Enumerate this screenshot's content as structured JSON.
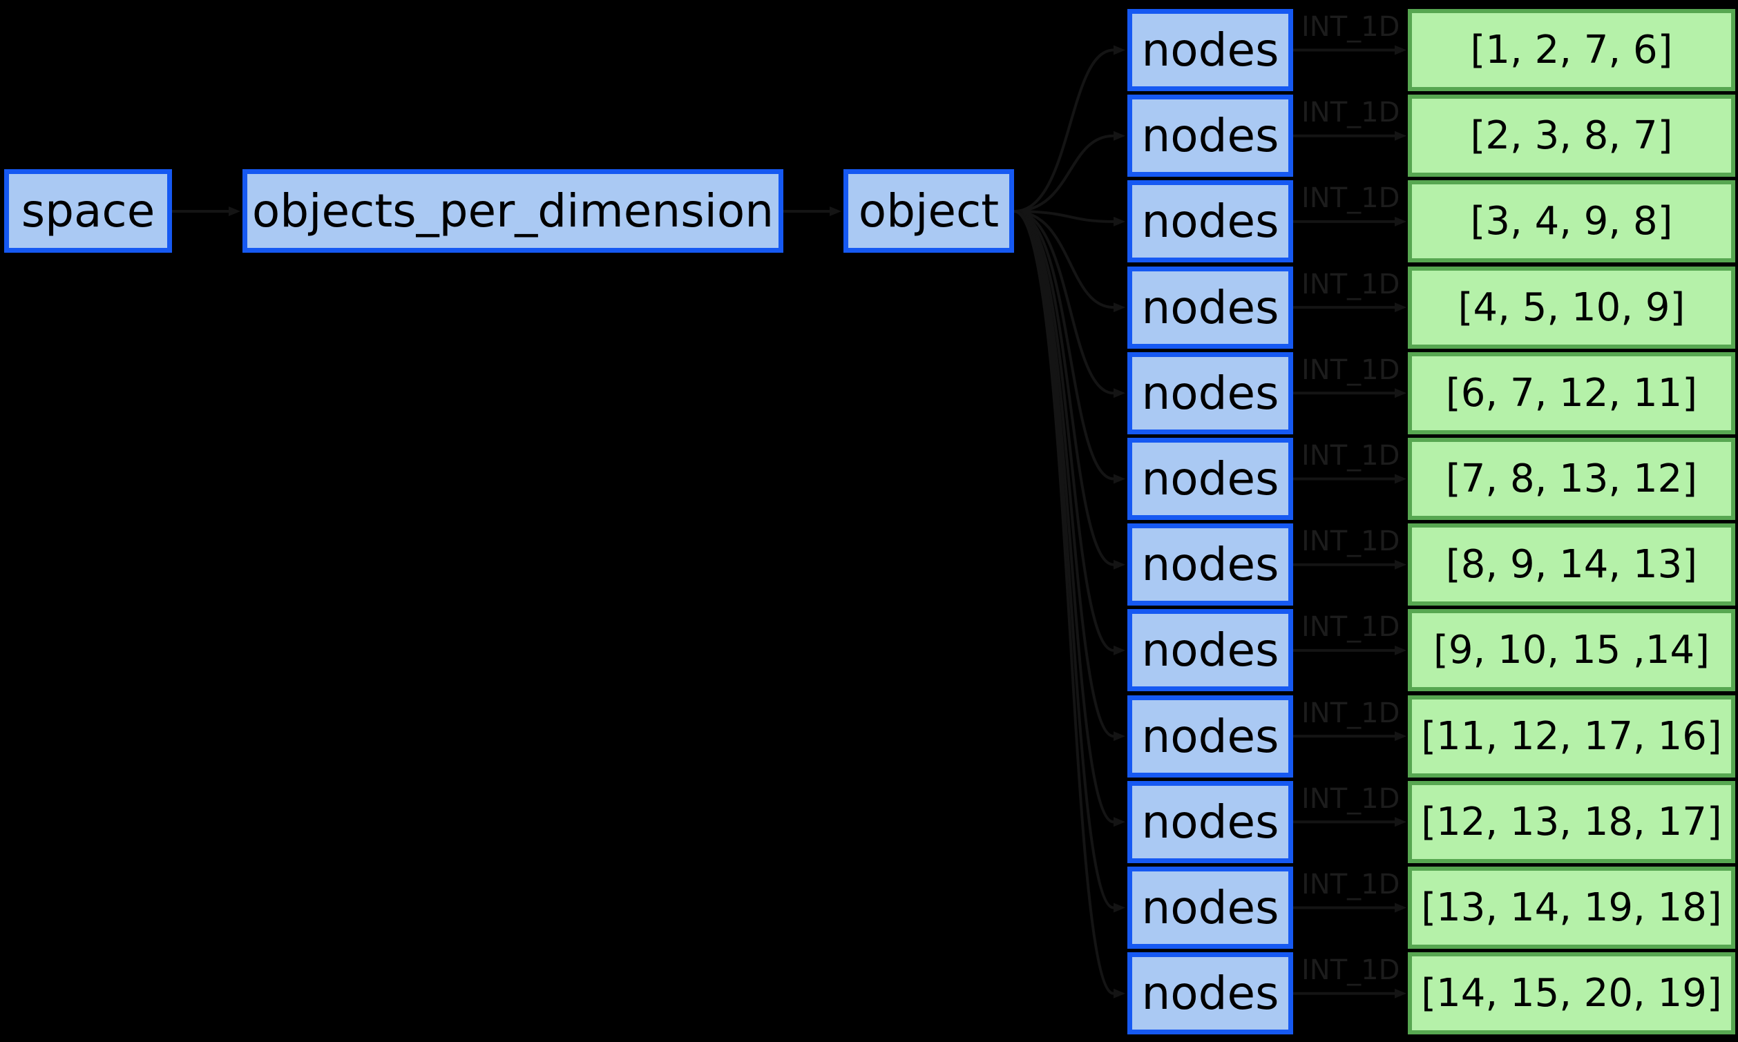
{
  "diagram": {
    "type": "graph",
    "tree": [
      {
        "id": "space",
        "label": "space"
      },
      {
        "id": "objects_per_dimension",
        "label": "objects_per_dimension"
      },
      {
        "id": "object",
        "label": "object"
      }
    ],
    "rows": [
      {
        "node": "nodes",
        "edge_label": "INT_1D",
        "value": "[1, 2, 7, 6]"
      },
      {
        "node": "nodes",
        "edge_label": "INT_1D",
        "value": "[2, 3, 8, 7]"
      },
      {
        "node": "nodes",
        "edge_label": "INT_1D",
        "value": "[3, 4, 9, 8]"
      },
      {
        "node": "nodes",
        "edge_label": "INT_1D",
        "value": "[4, 5, 10, 9]"
      },
      {
        "node": "nodes",
        "edge_label": "INT_1D",
        "value": "[6, 7, 12, 11]"
      },
      {
        "node": "nodes",
        "edge_label": "INT_1D",
        "value": "[7, 8, 13, 12]"
      },
      {
        "node": "nodes",
        "edge_label": "INT_1D",
        "value": "[8, 9, 14, 13]"
      },
      {
        "node": "nodes",
        "edge_label": "INT_1D",
        "value": "[9, 10, 15 ,14]"
      },
      {
        "node": "nodes",
        "edge_label": "INT_1D",
        "value": "[11, 12, 17, 16]"
      },
      {
        "node": "nodes",
        "edge_label": "INT_1D",
        "value": "[12, 13, 18, 17]"
      },
      {
        "node": "nodes",
        "edge_label": "INT_1D",
        "value": "[13, 14, 19, 18]"
      },
      {
        "node": "nodes",
        "edge_label": "INT_1D",
        "value": "[14, 15, 20, 19]"
      }
    ],
    "edges": [
      {
        "from": "space",
        "to": "objects_per_dimension"
      },
      {
        "from": "objects_per_dimension",
        "to": "object"
      },
      {
        "from": "object",
        "to": "nodes"
      },
      {
        "from": "nodes",
        "to": "value",
        "label": "INT_1D"
      }
    ],
    "colors": {
      "background": "#000000",
      "blue_fill": "#aac9f3",
      "blue_border": "#1659f2",
      "green_fill": "#b5f1a9",
      "green_border": "#57a751",
      "box_text": "#000000",
      "edge_label_text": "#1c1c1c",
      "edge_line": "#141414"
    }
  }
}
